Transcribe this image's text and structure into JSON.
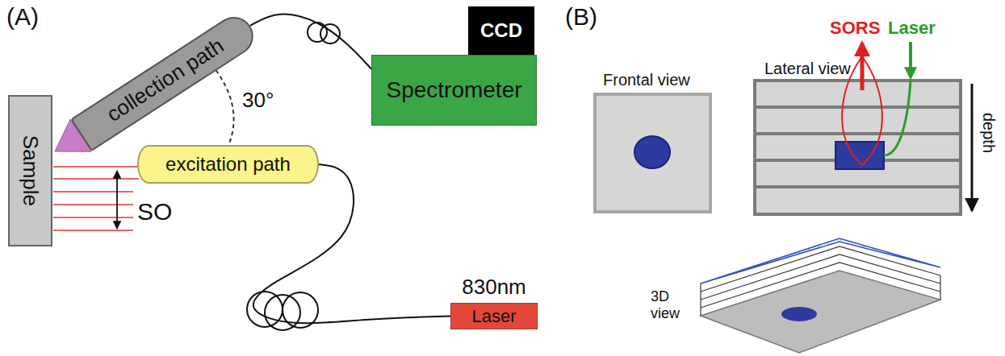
{
  "diagram": {
    "nodes": [
      {
        "text": [
          "Sample"
        ]
      },
      {
        "text": [
          "collection path"
        ]
      },
      {
        "text": [
          "excitation path"
        ]
      },
      {
        "text": [
          "Spectrometer"
        ]
      },
      {
        "text": [
          "CCD"
        ]
      },
      {
        "text": [
          "830nm",
          "Laser"
        ]
      },
      {
        "text": [
          "Frontal view"
        ]
      },
      {
        "text": [
          "Lateral view"
        ]
      }
    ],
    "edges": [
      {
        "from": 1,
        "to": 3,
        "arrow": "none"
      },
      {
        "from": 2,
        "to": 5,
        "arrow": "none"
      }
    ],
    "labels": [
      "(A)",
      "30°",
      "SO",
      "(B)",
      "SORS",
      "Laser",
      "depth",
      "3D view"
    ]
  }
}
